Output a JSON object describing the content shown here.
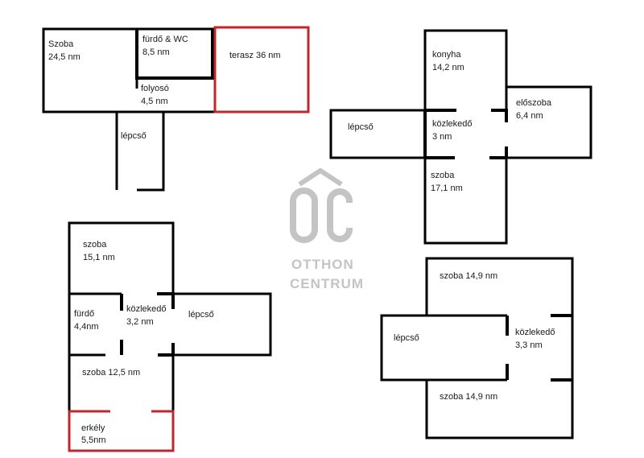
{
  "logo": {
    "mark": "ÔC",
    "line1": "OTTHON",
    "line2": "CENTRUM",
    "color": "#c4c4c4"
  },
  "colors": {
    "wall": "#000000",
    "balcony": "#c0262d",
    "text": "#1a1a1a"
  },
  "plan1": {
    "szoba": {
      "name": "Szoba",
      "area": "24,5 nm"
    },
    "furdo": {
      "name": "fürdő & WC",
      "area": "8,5 nm"
    },
    "terasz": {
      "name": "terasz 36 nm"
    },
    "folyoso": {
      "name": "folyosó",
      "area": "4,5 nm"
    },
    "lepcso": {
      "name": "lépcső"
    }
  },
  "plan2": {
    "konyha": {
      "name": "konyha",
      "area": "14,2 nm"
    },
    "eloszoba": {
      "name": "előszoba",
      "area": "6,4 nm"
    },
    "lepcso": {
      "name": "lépcső"
    },
    "kozlekedo": {
      "name": "közlekedő",
      "area": "3 nm"
    },
    "szoba": {
      "name": "szoba",
      "area": "17,1 nm"
    }
  },
  "plan3": {
    "szoba1": {
      "name": "szoba",
      "area": "15,1 nm"
    },
    "furdo": {
      "name": "fürdő",
      "area": "4,4nm"
    },
    "kozlekedo": {
      "name": "közlekedő",
      "area": "3,2 nm"
    },
    "lepcso": {
      "name": "lépcső"
    },
    "szoba2": {
      "name": "szoba 12,5  nm"
    },
    "erkely": {
      "name": "erkély",
      "area": "5,5nm"
    }
  },
  "plan4": {
    "szoba_top": {
      "name": "szoba 14,9 nm"
    },
    "lepcso": {
      "name": "lépcső"
    },
    "kozlekedo": {
      "name": "közlekedő",
      "area": "3,3 nm"
    },
    "szoba_bottom": {
      "name": "szoba 14,9 nm"
    }
  }
}
